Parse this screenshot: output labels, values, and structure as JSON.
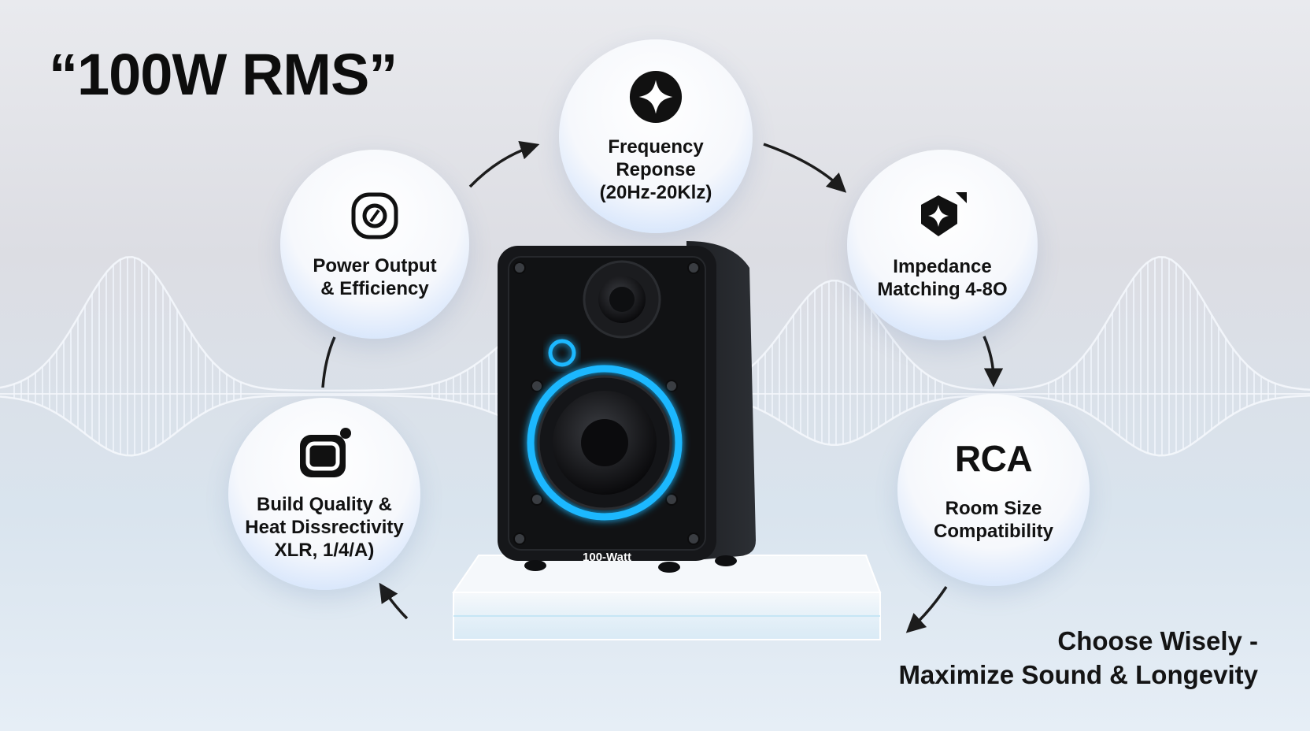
{
  "headline": "“100W RMS”",
  "features": [
    {
      "id": "power",
      "label": "Power Output\n& Efficiency",
      "icon": "power-efficiency-icon"
    },
    {
      "id": "frequency",
      "label": "Frequency Reponse\n(20Hz-20Klz)",
      "icon": "sparkle-icon"
    },
    {
      "id": "impedance",
      "label": "Impedance\nMatching 4-8O",
      "icon": "shield-sparkle-icon"
    },
    {
      "id": "room",
      "title": "RCA",
      "label": "Room Size\nCompatibility"
    },
    {
      "id": "build",
      "label": "Build Quality &\nHeat Dissrectivity\nXLR, 1/4/A)",
      "icon": "device-frame-icon"
    }
  ],
  "speaker": {
    "badge": "100-Watt",
    "accent": "#1fb8ff",
    "body": "#141518"
  },
  "tagline": {
    "line1": "Choose Wisely -",
    "line2": "Maximize Sound & Longevity"
  },
  "colors": {
    "background": "#e3e5ea",
    "bubble_tint": "#c4dafa",
    "text": "#111111"
  }
}
